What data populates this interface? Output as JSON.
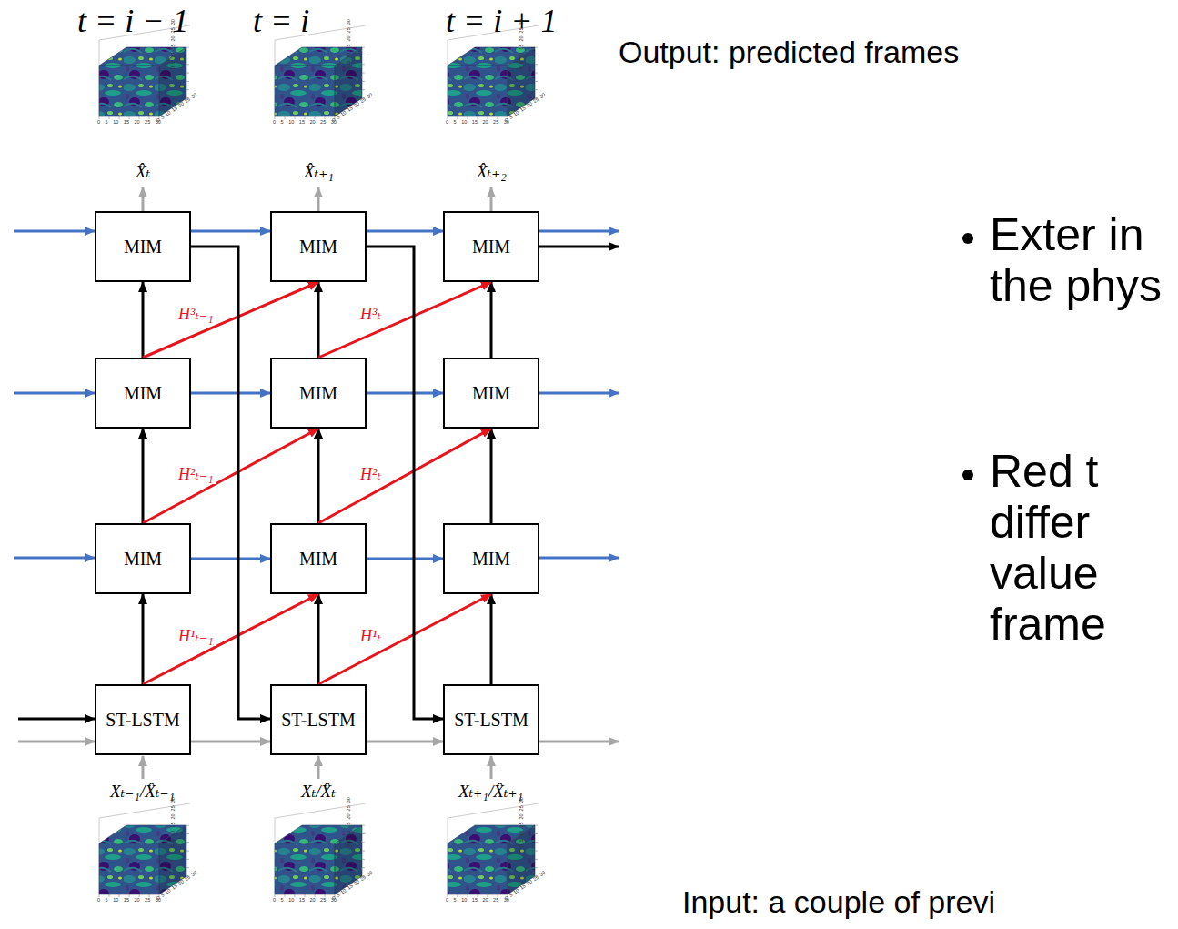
{
  "diagram": {
    "nodes": [
      {
        "text": [
          "MIM"
        ]
      },
      {
        "text": [
          "MIM"
        ]
      },
      {
        "text": [
          "MIM"
        ]
      },
      {
        "text": [
          "MIM"
        ]
      },
      {
        "text": [
          "MIM"
        ]
      },
      {
        "text": [
          "MIM"
        ]
      },
      {
        "text": [
          "MIM"
        ]
      },
      {
        "text": [
          "MIM"
        ]
      },
      {
        "text": [
          "MIM"
        ]
      },
      {
        "text": [
          "ST-LSTM"
        ]
      },
      {
        "text": [
          "ST-LSTM"
        ]
      },
      {
        "text": [
          "ST-LSTM"
        ]
      }
    ],
    "edges": [
      {
        "from": 9,
        "to": 6,
        "arrow": "to"
      },
      {
        "from": 6,
        "to": 3,
        "arrow": "to"
      },
      {
        "from": 3,
        "to": 0,
        "arrow": "to"
      },
      {
        "from": 10,
        "to": 7,
        "arrow": "to"
      },
      {
        "from": 7,
        "to": 4,
        "arrow": "to"
      },
      {
        "from": 4,
        "to": 1,
        "arrow": "to"
      },
      {
        "from": 11,
        "to": 8,
        "arrow": "to"
      },
      {
        "from": 8,
        "to": 5,
        "arrow": "to"
      },
      {
        "from": 5,
        "to": 2,
        "arrow": "to"
      },
      {
        "from": 0,
        "to": 1,
        "arrow": "to"
      },
      {
        "from": 1,
        "to": 2,
        "arrow": "to"
      },
      {
        "from": 3,
        "to": 4,
        "arrow": "to"
      },
      {
        "from": 4,
        "to": 5,
        "arrow": "to"
      },
      {
        "from": 6,
        "to": 7,
        "arrow": "to"
      },
      {
        "from": 7,
        "to": 8,
        "arrow": "to"
      },
      {
        "from": 9,
        "to": 7,
        "arrow": "to",
        "label": "H¹ₜ₋₁"
      },
      {
        "from": 10,
        "to": 8,
        "arrow": "to",
        "label": "H¹ₜ"
      },
      {
        "from": 6,
        "to": 4,
        "arrow": "to",
        "label": "H²ₜ₋₁"
      },
      {
        "from": 7,
        "to": 5,
        "arrow": "to",
        "label": "H²ₜ"
      },
      {
        "from": 3,
        "to": 1,
        "arrow": "to",
        "label": "H³ₜ₋₁"
      },
      {
        "from": 4,
        "to": 2,
        "arrow": "to",
        "label": "H³ₜ"
      },
      {
        "from": 0,
        "to": 10,
        "arrow": "to"
      },
      {
        "from": 1,
        "to": 11,
        "arrow": "to"
      },
      {
        "from": 9,
        "to": 10,
        "arrow": "to"
      },
      {
        "from": 10,
        "to": 11,
        "arrow": "to"
      }
    ],
    "labels": [
      "t = i − 1",
      "t = i",
      "t = i + 1",
      "Output: predicted frames",
      "Exter in the phys",
      "Red t differ value frame",
      "X̂ₜ",
      "X̂ₜ₊₁",
      "X̂ₜ₊₂",
      "Xₜ₋₁/X̂ₜ₋₁",
      "Xₜ/X̂ₜ",
      "Xₜ₊₁/X̂ₜ₊₁",
      "Input: a couple of previ",
      "0 5 10 15 20 25 30",
      "0 5 10 15 20 25 30",
      "0 5 10 15 20 25 30",
      "0 5 10 15 20 25 30",
      "0 5 10 15 20 25 30",
      "0 5 10 15 20 25 30",
      "0 5 10 15 20 25 30",
      "0 5 10 15 20 25 30",
      "0 5 10 15 20 25 30",
      "0 5 10 15 20 25 30",
      "0 5 10 15 20 25 30",
      "0 5 10 15 20 25 30",
      "0 5 10 15 20 25 30",
      "0 5 10 15 20 25 30",
      "0 5 10 15 20 25 30",
      "0 5 10 15 20 25 30",
      "0 5 10 15 20 25 30",
      "0 5 10 15 20 25 30"
    ]
  }
}
